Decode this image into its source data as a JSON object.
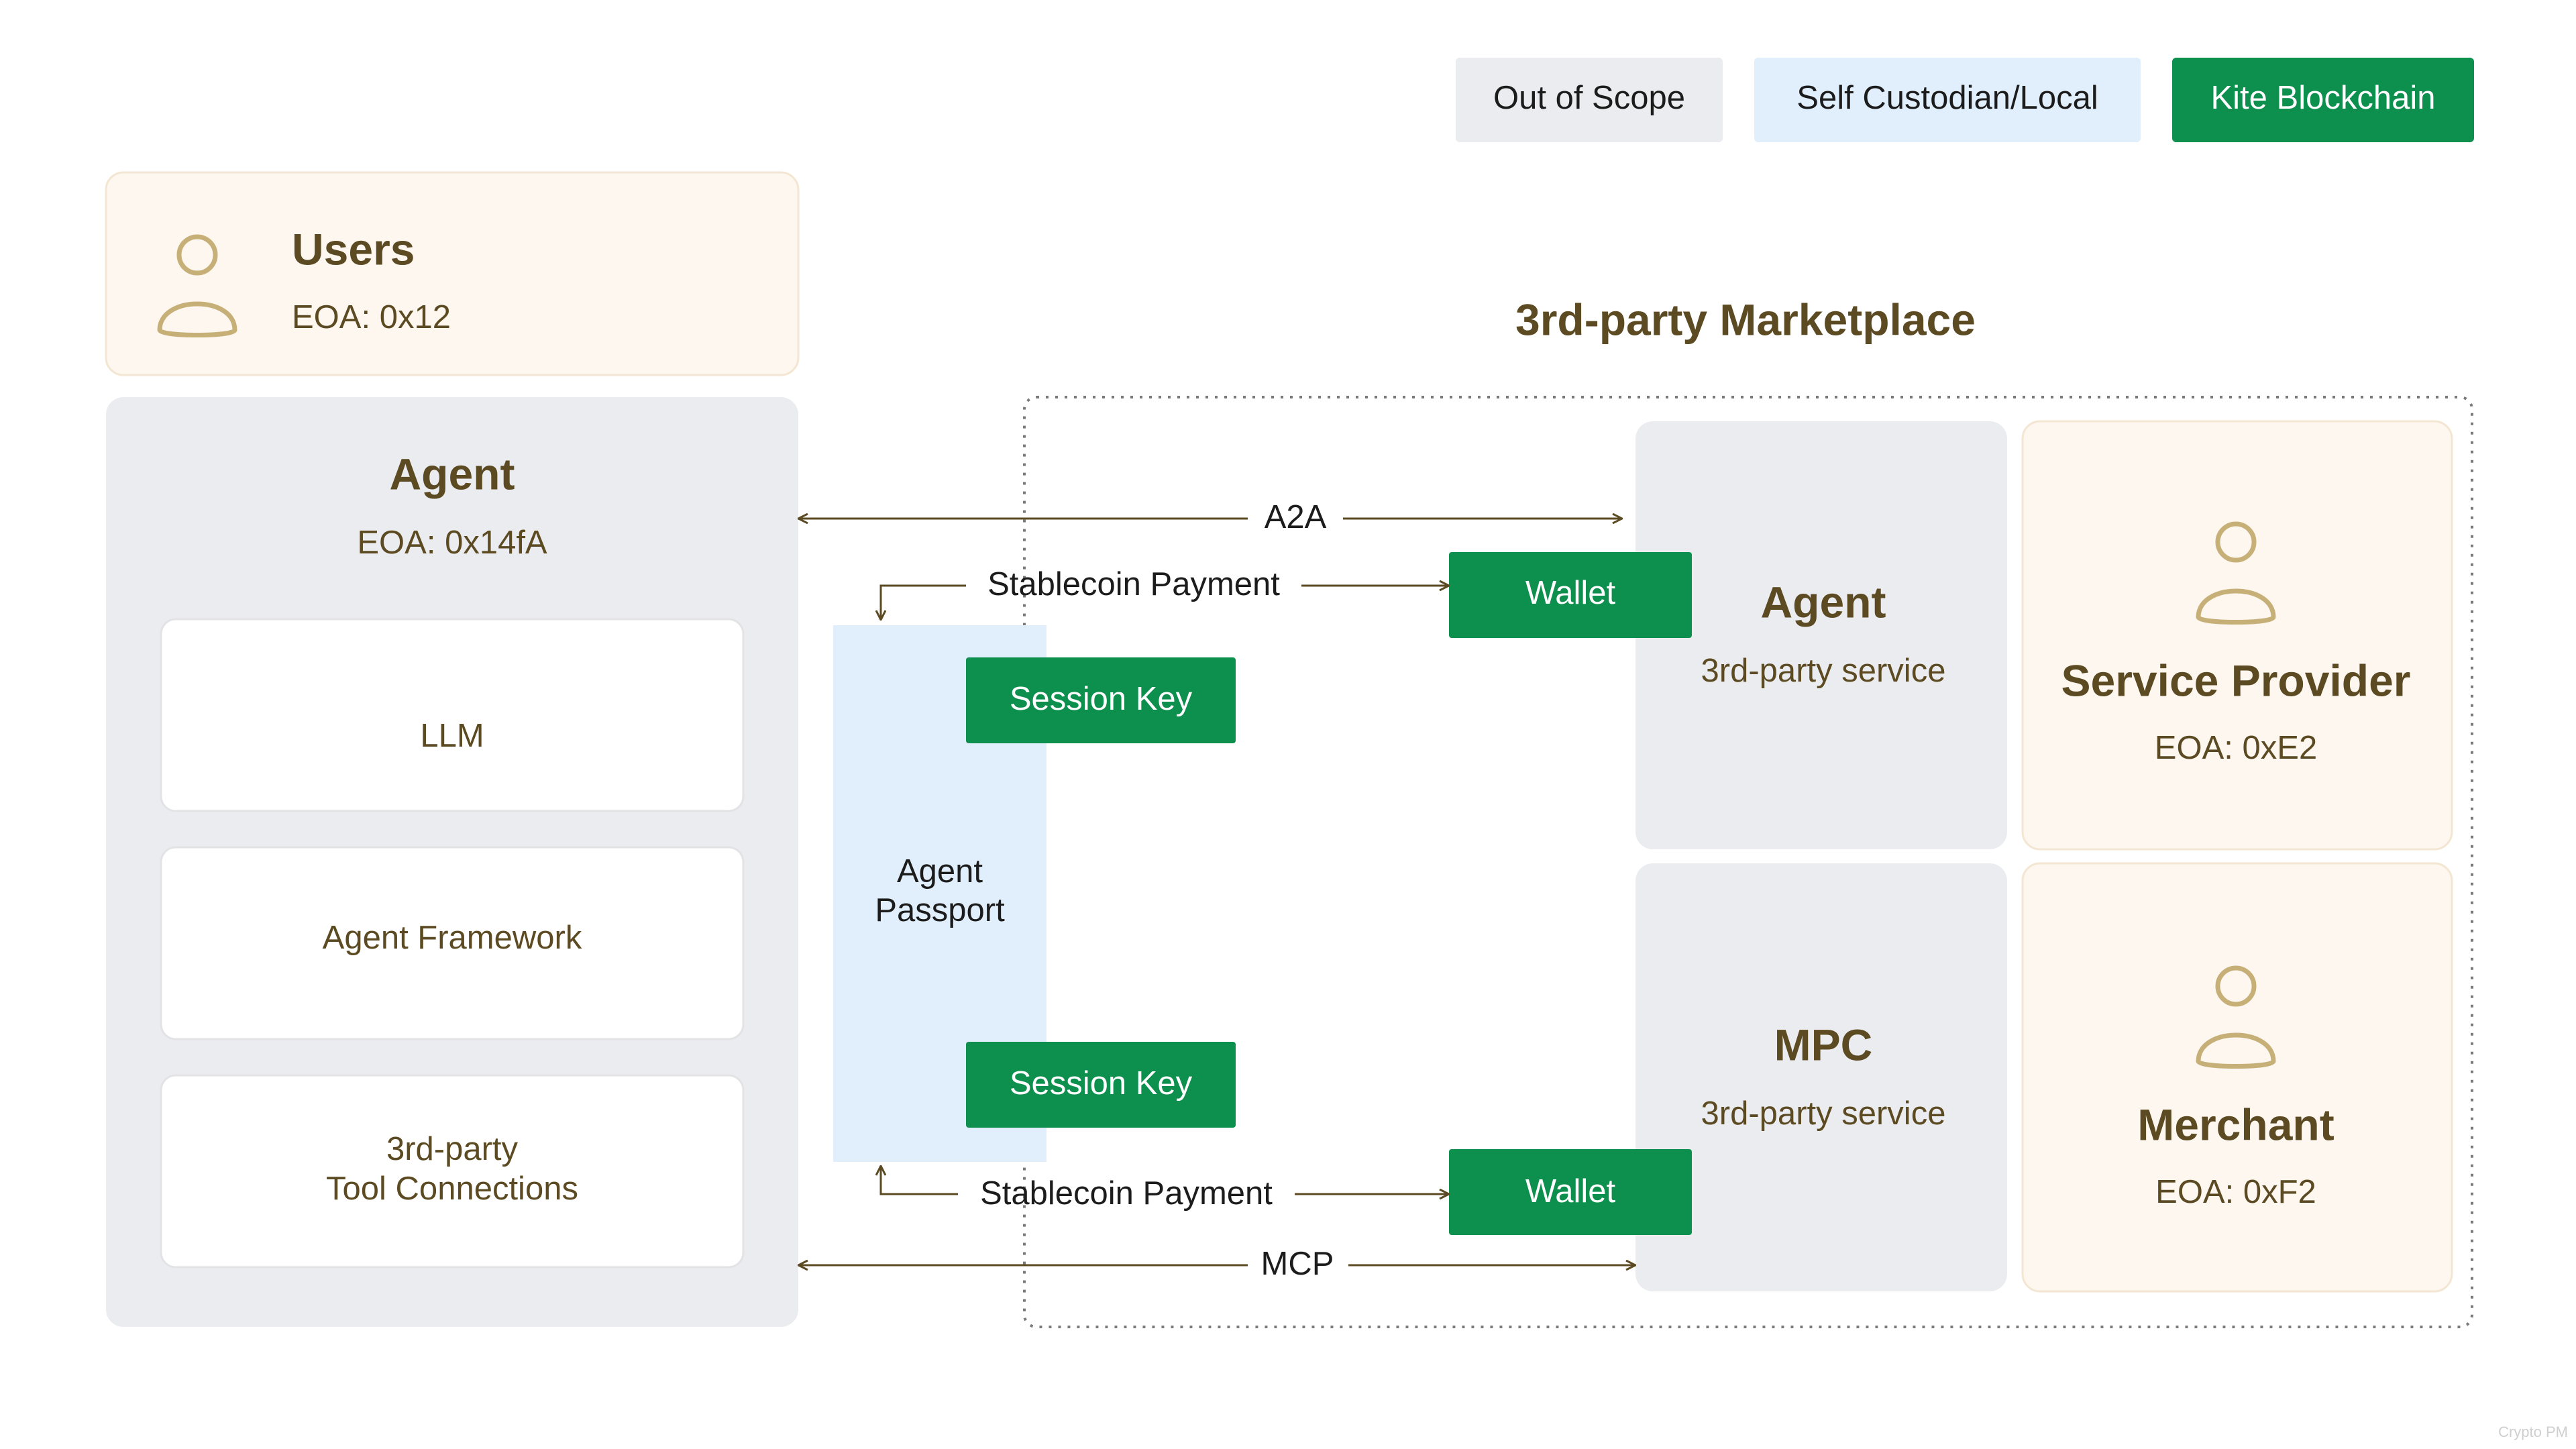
{
  "legend": {
    "out_of_scope": "Out of Scope",
    "self_custodian": "Self Custodian/Local",
    "kite_blockchain": "Kite Blockchain"
  },
  "users": {
    "title": "Users",
    "eoa": "EOA: 0x12"
  },
  "agent": {
    "title": "Agent",
    "eoa": "EOA: 0x14fA",
    "components": {
      "llm": "LLM",
      "framework": "Agent Framework",
      "tools_line1": "3rd-party",
      "tools_line2": "Tool Connections"
    }
  },
  "marketplace": {
    "title": "3rd-party Marketplace",
    "agent_service": {
      "title": "Agent",
      "subtitle": "3rd-party service"
    },
    "mpc_service": {
      "title": "MPC",
      "subtitle": "3rd-party service"
    },
    "service_provider": {
      "title": "Service Provider",
      "eoa": "EOA: 0xE2"
    },
    "merchant": {
      "title": "Merchant",
      "eoa": "EOA: 0xF2"
    }
  },
  "passport": {
    "line1": "Agent",
    "line2": "Passport"
  },
  "session_key_top": "Session Key",
  "session_key_bottom": "Session Key",
  "wallet_top": "Wallet",
  "wallet_bottom": "Wallet",
  "edges": {
    "a2a": "A2A",
    "stablecoin_top": "Stablecoin Payment",
    "stablecoin_bottom": "Stablecoin Payment",
    "mcp": "MCP"
  },
  "watermark": "Crypto PM",
  "colors": {
    "out_of_scope": "#ebecef",
    "self_custodian": "#e0effb",
    "kite_green": "#0d8f4e",
    "user_peach": "#fdf7f0",
    "text_brown": "#5b4a22",
    "icon_tan": "#c7b078"
  }
}
